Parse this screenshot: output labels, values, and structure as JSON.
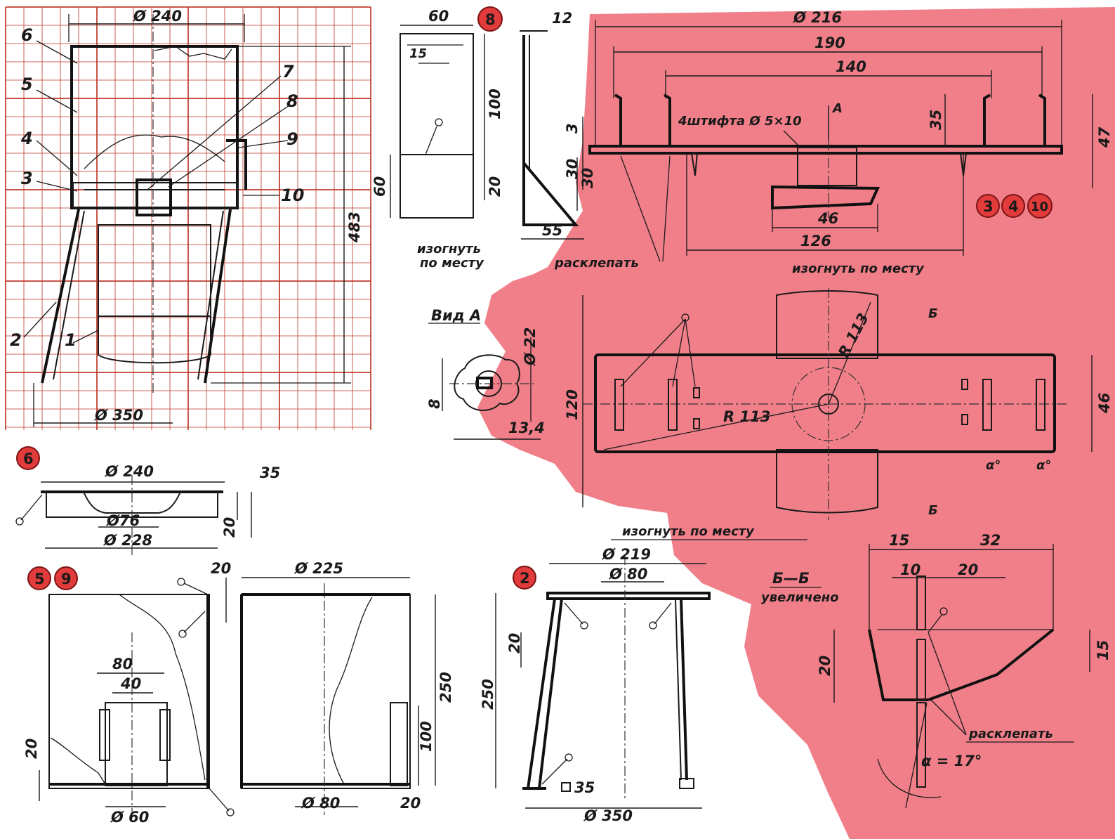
{
  "colors": {
    "pink_bg": "#f07f89",
    "grid": "#c0392b",
    "badge": "#e23b3b",
    "ink": "#1a1a1a"
  },
  "assembly": {
    "labels": [
      "6",
      "5",
      "4",
      "3",
      "2",
      "1",
      "7",
      "8",
      "9",
      "10"
    ],
    "dim_top": "Ø 240",
    "dim_bottom": "Ø 350",
    "dim_height": "483"
  },
  "part8": {
    "badge": "8",
    "dims": [
      "60",
      "15",
      "100",
      "60",
      "20",
      "12",
      "30",
      "55"
    ],
    "note_line1": "изогнуть",
    "note_line2": "по месту"
  },
  "part3_4_10": {
    "badges": [
      "3",
      "4",
      "10"
    ],
    "dims": [
      "Ø 216",
      "190",
      "140",
      "35",
      "47",
      "3",
      "30",
      "46",
      "126"
    ],
    "pins_note": "4штифта Ø 5×10",
    "view_mark": "А",
    "rivet_note": "расклепать",
    "bend_note_top": "изогнуть по месту",
    "bend_note_bottom": "изогнуть по месту",
    "plan_dims": [
      "120",
      "R 113",
      "R 113",
      "46"
    ],
    "alpha": [
      "α°",
      "α°"
    ],
    "section_mark": "Б"
  },
  "view_a": {
    "title": "Вид А",
    "dims": [
      "Ø 22",
      "8",
      "13,4"
    ]
  },
  "part6": {
    "badge": "6",
    "dims": [
      "Ø 240",
      "35",
      "Ø76",
      "20",
      "Ø 228"
    ]
  },
  "part5_9": {
    "badges": [
      "5",
      "9"
    ],
    "dims": [
      "20",
      "80",
      "40",
      "20",
      "Ø 60",
      "Ø 225",
      "250",
      "100",
      "Ø 80",
      "20"
    ]
  },
  "part2": {
    "badge": "2",
    "dims": [
      "Ø 219",
      "Ø 80",
      "20",
      "250",
      "35",
      "Ø 350"
    ]
  },
  "section_bb": {
    "title": "Б—Б",
    "subtitle": "увеличено",
    "dims": [
      "15",
      "32",
      "10",
      "20",
      "20",
      "15"
    ],
    "rivet_note": "расклепать",
    "angle": "α = 17°"
  }
}
